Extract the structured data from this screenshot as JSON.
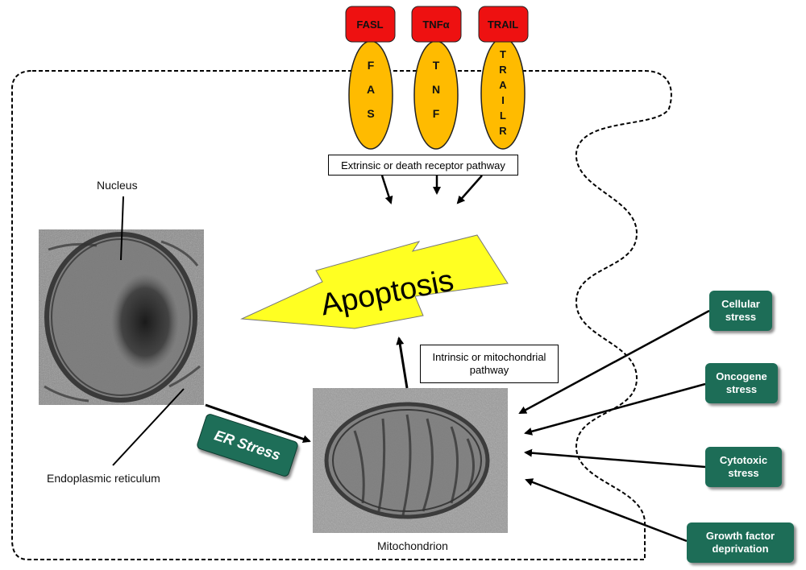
{
  "ligands": [
    {
      "label": "FASL"
    },
    {
      "label": "TNFα"
    },
    {
      "label": "TRAIL"
    }
  ],
  "receptors": [
    {
      "letters": [
        "F",
        "A",
        "S"
      ]
    },
    {
      "letters": [
        "T",
        "N",
        "F"
      ]
    },
    {
      "letters": [
        "T",
        "R",
        "A",
        "I",
        "L",
        "R"
      ]
    }
  ],
  "extrinsic_label": "Extrinsic or death receptor pathway",
  "intrinsic_label": "Intrinsic or mitochondrial pathway",
  "apoptosis_label": "Apoptosis",
  "nucleus_label": "Nucleus",
  "er_label": "Endoplasmic reticulum",
  "mito_label": "Mitochondrion",
  "er_stress_label": "ER Stress",
  "stressors": [
    {
      "label": "Cellular stress"
    },
    {
      "label": "Oncogene stress"
    },
    {
      "label": "Cytotoxic stress"
    },
    {
      "label": "Growth factor deprivation"
    }
  ],
  "colors": {
    "ligand": "#ee1111",
    "receptor": "#ffbb00",
    "bolt": "#ffff22",
    "stress_box": "#1d6d57",
    "er_stress_box": "#1e6e58",
    "membrane": "#000000"
  }
}
